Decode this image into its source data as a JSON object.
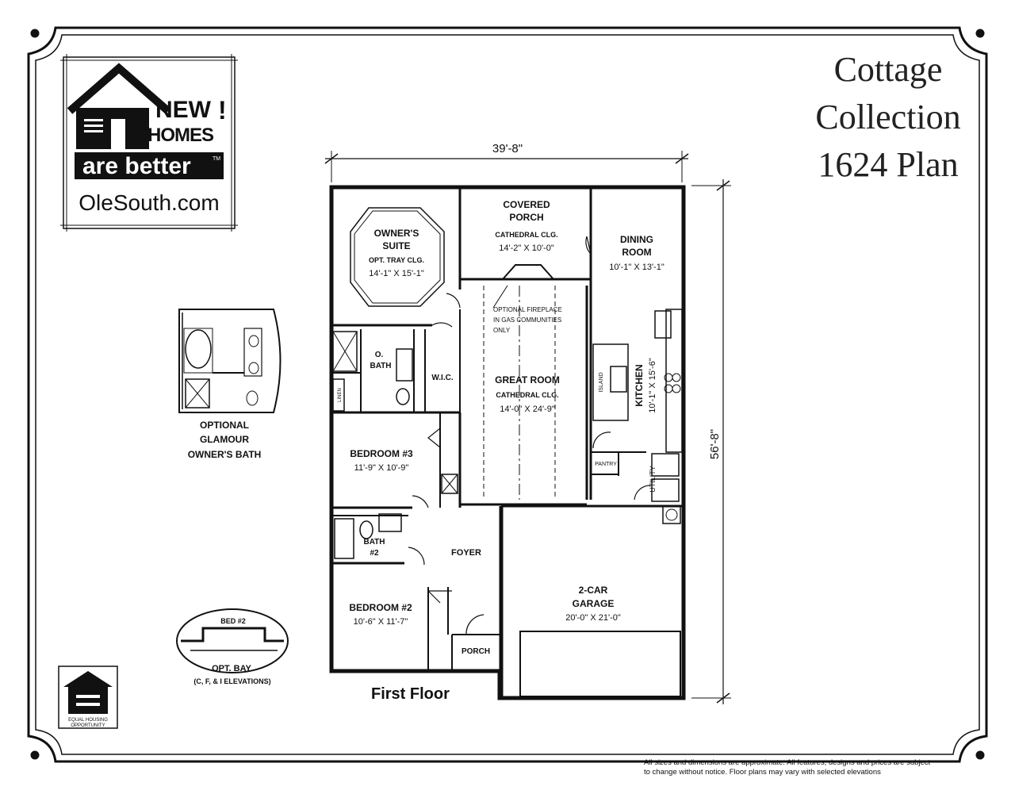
{
  "title": {
    "line1": "Cottage",
    "line2": "Collection",
    "line3": "1624 Plan"
  },
  "logo": {
    "line1": "NEW",
    "line2": "HOMES",
    "exclaim": "!",
    "tagline": "are better",
    "tm": "TM",
    "url": "OleSouth.com"
  },
  "dimensions": {
    "width": "39'-8\"",
    "depth": "56'-8\""
  },
  "rooms": {
    "owners_suite": {
      "name1": "OWNER'S",
      "name2": "SUITE",
      "note": "OPT. TRAY CLG.",
      "size": "14'-1\" X 15'-1\""
    },
    "covered_porch": {
      "name1": "COVERED",
      "name2": "PORCH",
      "note": "CATHEDRAL CLG.",
      "size": "14'-2\" X 10'-0\""
    },
    "dining_room": {
      "name1": "DINING",
      "name2": "ROOM",
      "size": "10'-1\" X 13'-1\""
    },
    "fireplace_note": {
      "line1": "OPTIONAL FIREPLACE",
      "line2": "IN GAS COMMUNITIES",
      "line3": "ONLY"
    },
    "o_bath": {
      "name1": "O.",
      "name2": "BATH"
    },
    "linen": "LINEN",
    "wic": "W.I.C.",
    "great_room": {
      "name": "GREAT ROOM",
      "note": "CATHEDRAL CLG.",
      "size": "14'-0\" X 24'-9\""
    },
    "island": "ISLAND",
    "kitchen": {
      "name": "KITCHEN",
      "size": "10'-1\" X 15'-6\""
    },
    "bedroom3": {
      "name": "BEDROOM #3",
      "size": "11'-9\" X 10'-9\""
    },
    "pantry": "PANTRY",
    "utility": "UTILITY",
    "bath2": {
      "name1": "BATH",
      "name2": "#2"
    },
    "foyer": "FOYER",
    "garage": {
      "name1": "2-CAR",
      "name2": "GARAGE",
      "size": "20'-0\" X 21'-0\""
    },
    "bedroom2": {
      "name": "BEDROOM #2",
      "size": "10'-6\" X 11'-7\""
    },
    "porch": "PORCH"
  },
  "options": {
    "glamour_bath": {
      "line1": "OPTIONAL",
      "line2": "GLAMOUR",
      "line3": "OWNER'S BATH"
    },
    "bay": {
      "room": "BED #2",
      "line1": "OPT. BAY",
      "line2": "(C, F, & I ELEVATIONS)"
    }
  },
  "equal_housing": {
    "line1": "EQUAL HOUSING",
    "line2": "OPPORTUNITY"
  },
  "floor_label": "First Floor",
  "disclaimer": {
    "line1": "All sizes and dimensions are approximate. All features, designs and prices are subject",
    "line2": "to change without notice.  Floor plans may vary with selected elevations"
  }
}
